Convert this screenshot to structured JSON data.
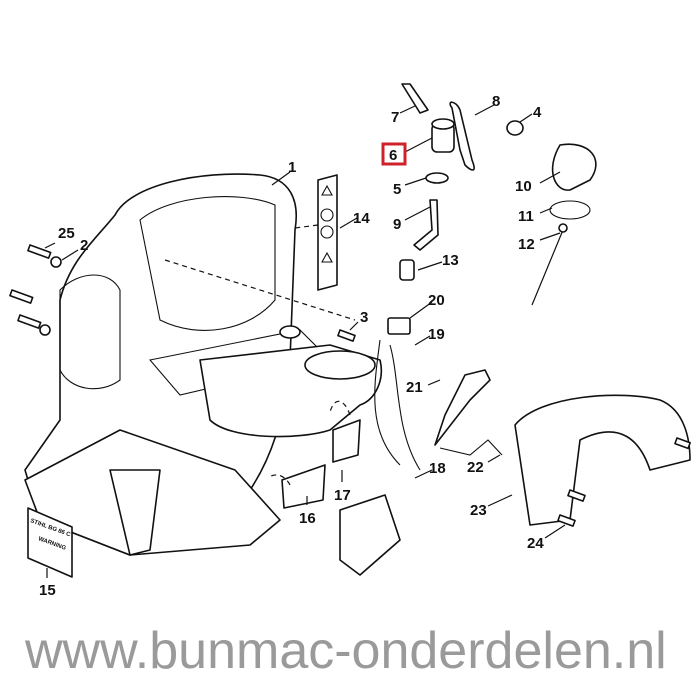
{
  "diagram": {
    "highlight_color": "#d0202a",
    "highlighted_part": "6",
    "parts": [
      {
        "id": "p1",
        "label": "1"
      },
      {
        "id": "p2",
        "label": "2"
      },
      {
        "id": "p3",
        "label": "3"
      },
      {
        "id": "p4",
        "label": "4"
      },
      {
        "id": "p5",
        "label": "5"
      },
      {
        "id": "p6",
        "label": "6"
      },
      {
        "id": "p7",
        "label": "7"
      },
      {
        "id": "p8",
        "label": "8"
      },
      {
        "id": "p9",
        "label": "9"
      },
      {
        "id": "p10",
        "label": "10"
      },
      {
        "id": "p11",
        "label": "11"
      },
      {
        "id": "p12",
        "label": "12"
      },
      {
        "id": "p13",
        "label": "13"
      },
      {
        "id": "p14",
        "label": "14"
      },
      {
        "id": "p15",
        "label": "15"
      },
      {
        "id": "p16",
        "label": "16"
      },
      {
        "id": "p17",
        "label": "17"
      },
      {
        "id": "p18",
        "label": "18"
      },
      {
        "id": "p19",
        "label": "19"
      },
      {
        "id": "p20",
        "label": "20"
      },
      {
        "id": "p21",
        "label": "21"
      },
      {
        "id": "p22",
        "label": "22"
      },
      {
        "id": "p23",
        "label": "23"
      },
      {
        "id": "p24",
        "label": "24"
      },
      {
        "id": "p25",
        "label": "25"
      }
    ],
    "decal_text": {
      "brand": "STIHL BG 86 C",
      "warning": "WARNING"
    }
  },
  "watermark": "www.bunmac-onderdelen.nl"
}
